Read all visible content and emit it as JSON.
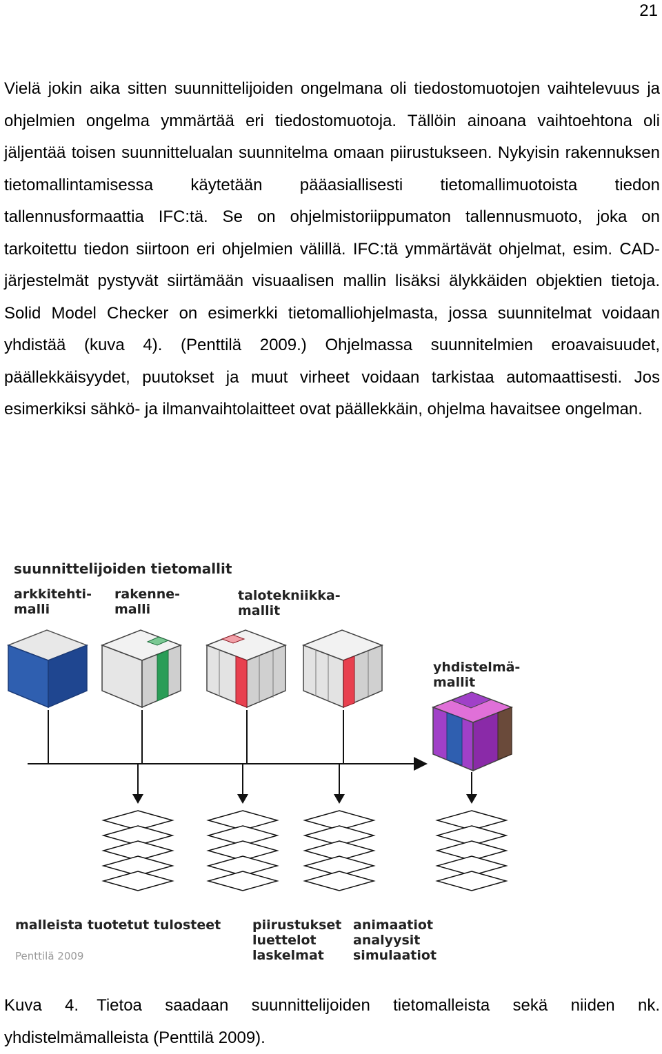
{
  "page_number": "21",
  "paragraph": "Vielä jokin aika sitten suunnittelijoiden ongelmana oli tiedostomuotojen vaihtelevuus ja ohjelmien ongelma ymmärtää eri tiedostomuotoja. Tällöin ainoana vaihtoehtona oli jäljentää toisen suunnittelualan suunnitelma omaan piirustukseen. Nykyisin rakennuksen tietomallintamisessa käytetään pääasiallisesti tietomallimuotoista tiedon tallennusformaattia IFC:tä. Se on ohjelmistoriippumaton tallennusmuoto, joka on tarkoitettu tiedon siirtoon eri ohjelmien välillä. IFC:tä ymmärtävät ohjelmat, esim. CAD-järjestelmät pystyvät siirtämään visuaalisen mallin lisäksi älykkäiden objektien tietoja. Solid Model Checker on esimerkki tietomalliohjelmasta, jossa suunnitelmat voidaan yhdistää (kuva 4). (Penttilä 2009.) Ohjelmassa suunnitelmien eroavaisuudet, päällekkäisyydet, puutokset ja muut virheet voidaan tarkistaa automaattisesti. Jos esimerkiksi sähkö- ja ilmanvaihtolaitteet ovat päällekkäin, ohjelma havaitsee ongelman.",
  "figure": {
    "heading": "suunnittelijoiden tietomallit",
    "models": [
      {
        "line1": "arkkitehti-",
        "line2": "malli"
      },
      {
        "line1": "rakenne-",
        "line2": "malli"
      },
      {
        "line1": "talotekniikka-",
        "line2": "mallit"
      }
    ],
    "combined": {
      "line1": "yhdistelmä-",
      "line2": "mallit"
    },
    "outputs_title": "malleista tuotetut tulosteet",
    "outputs_col1": [
      "piirustukset",
      "luettelot",
      "laskelmat"
    ],
    "outputs_col2": [
      "animaatiot",
      "analyysit",
      "simulaatiot"
    ],
    "source": "Penttilä 2009",
    "colors": {
      "architect": "#2f5fb0",
      "structure": "#2a9d57",
      "mep": "#e8404f",
      "combined_purple": "#a040c8",
      "combined_brown": "#6a4a3a",
      "combined_pink": "#e070d8"
    }
  },
  "caption": {
    "label": "Kuva 4.",
    "text": "Tietoa saadaan suunnittelijoiden tietomalleista sekä niiden nk. yhdistelmämalleista (Penttilä 2009)."
  }
}
